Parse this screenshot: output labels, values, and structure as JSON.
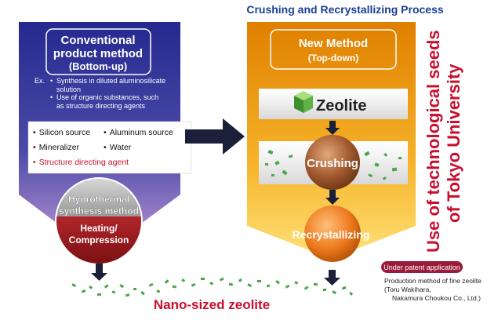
{
  "process_title": "Crushing and Recrystallizing Process",
  "conventional": {
    "title_line1": "Conventional",
    "title_line2": "product method",
    "title_line3": "(Bottom-up)",
    "ex_label": "Ex.",
    "bullet1_line1": "Synthesis in diluted aluminosilicate",
    "bullet1_line2": "solution",
    "bullet2_line1": "Use of organic substances, such",
    "bullet2_line2": "as structure directing agents",
    "sources": {
      "silicon": "Silicon source",
      "aluminum": "Aluminum source",
      "mineralizer": "Mineralizer",
      "water": "Water",
      "sda": "Structure directing agent"
    },
    "hydrothermal_line1": "Hydrothermal",
    "hydrothermal_line2": "synthesis method",
    "heating_line1": "Heating/",
    "heating_line2": "Compression"
  },
  "new_method": {
    "title_line1": "New Method",
    "title_line2": "(Top-down)",
    "zeolite": "Zeolite",
    "crushing": "Crushing",
    "recrystallizing": "Recrystallizing"
  },
  "vertical_line1": "Use of technological seeds",
  "vertical_line2": "of Tokyo University",
  "patent": {
    "badge": "Under patent application",
    "line1": "Production method of fine zeolite",
    "line2": "(Toru Wakihara,",
    "line3": "Nakamura Choukou Co., Ltd.)"
  },
  "result": "Nano-sized zeolite",
  "colors": {
    "title_blue": "#1b3f96",
    "left_panel_top": "#2a2e96",
    "left_panel_bottom": "#b38ad0",
    "right_panel_top": "#e68a00",
    "right_panel_bottom": "#ffd45a",
    "accent_red": "#c8102e",
    "crystal_green": "#4aa64a"
  }
}
